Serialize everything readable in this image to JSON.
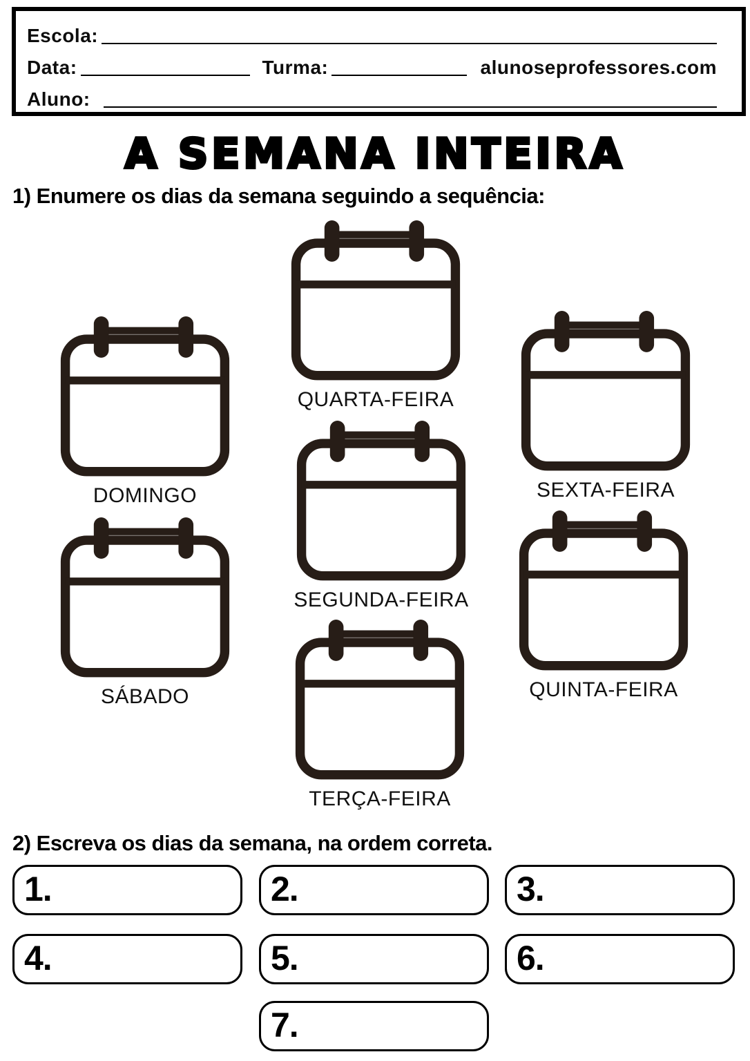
{
  "colors": {
    "ink": "#000000",
    "icon": "#271d17"
  },
  "header": {
    "school_label": "Escola:",
    "date_label": "Data:",
    "class_label": "Turma:",
    "student_label": "Aluno:",
    "website": "alunoseprofessores.com"
  },
  "title": "A SEMANA INTEIRA",
  "exercise1": {
    "instruction": "1) Enumere os dias da semana seguindo a sequência:",
    "days": [
      {
        "label": "QUARTA-FEIRA"
      },
      {
        "label": "DOMINGO"
      },
      {
        "label": "SEXTA-FEIRA"
      },
      {
        "label": "SEGUNDA-FEIRA"
      },
      {
        "label": "SÁBADO"
      },
      {
        "label": "QUINTA-FEIRA"
      },
      {
        "label": "TERÇA-FEIRA"
      }
    ]
  },
  "exercise2": {
    "instruction": "2) Escreva os dias da semana, na ordem correta.",
    "slots": [
      {
        "number": "1."
      },
      {
        "number": "2."
      },
      {
        "number": "3."
      },
      {
        "number": "4."
      },
      {
        "number": "5."
      },
      {
        "number": "6."
      },
      {
        "number": "7."
      }
    ]
  }
}
